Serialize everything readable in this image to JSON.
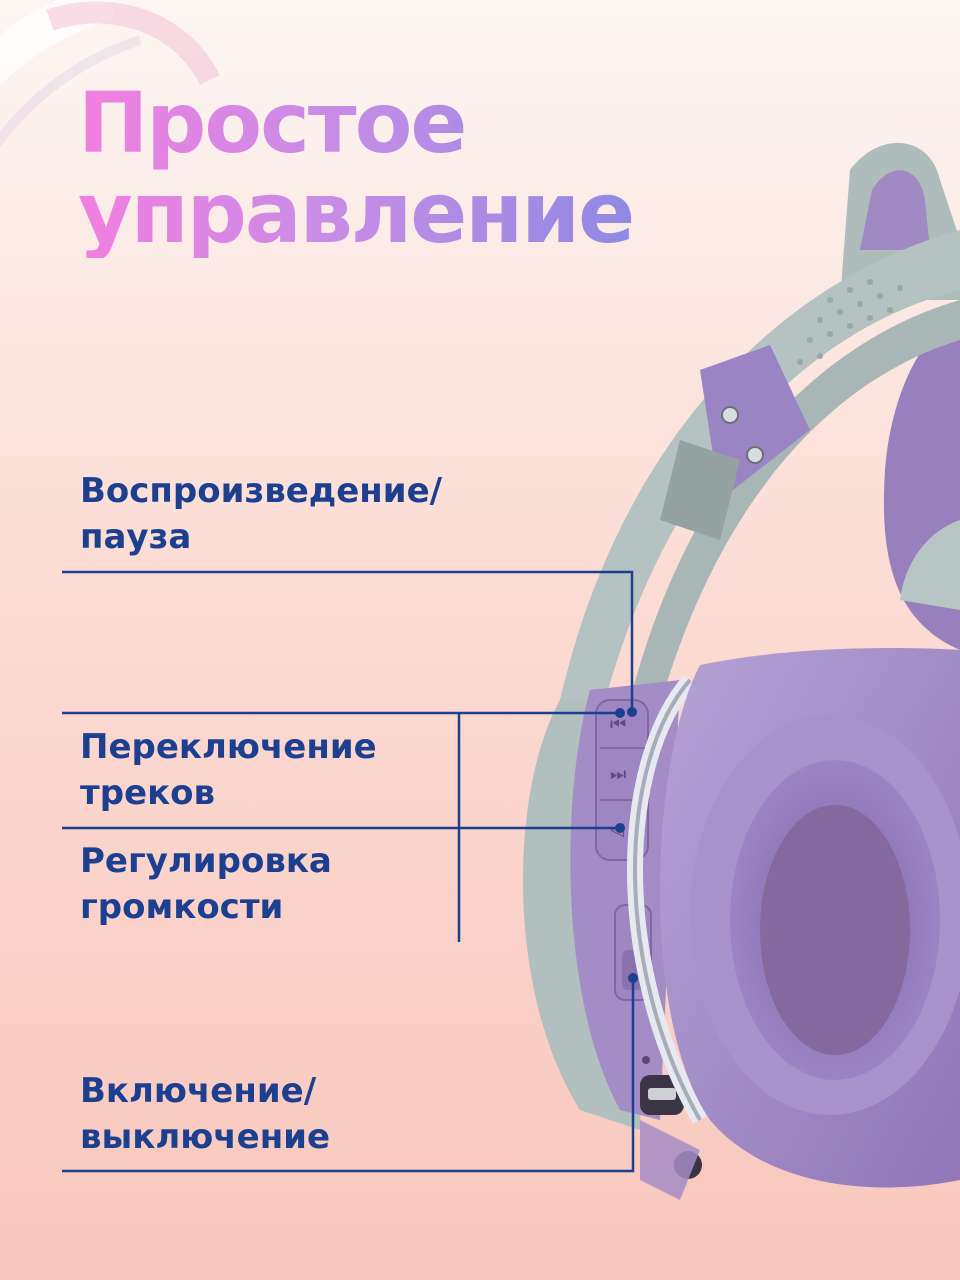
{
  "title": {
    "line1": "Простое",
    "line2": "управление"
  },
  "controls": [
    {
      "line1": "Воспроизведение/",
      "line2": "пауза"
    },
    {
      "line1": "Переключение",
      "line2": "треков"
    },
    {
      "line1": "Регулировка",
      "line2": "громкости"
    },
    {
      "line1": "Включение/",
      "line2": "выключение"
    }
  ],
  "colors": {
    "title_gradient_start": "#f27fe0",
    "title_gradient_end": "#8f8ae4",
    "label_text": "#1d3f8f",
    "callout_line": "#1d3f8f",
    "headphone_purple": "#a58fc6",
    "headphone_gray": "#b8c7c6"
  }
}
